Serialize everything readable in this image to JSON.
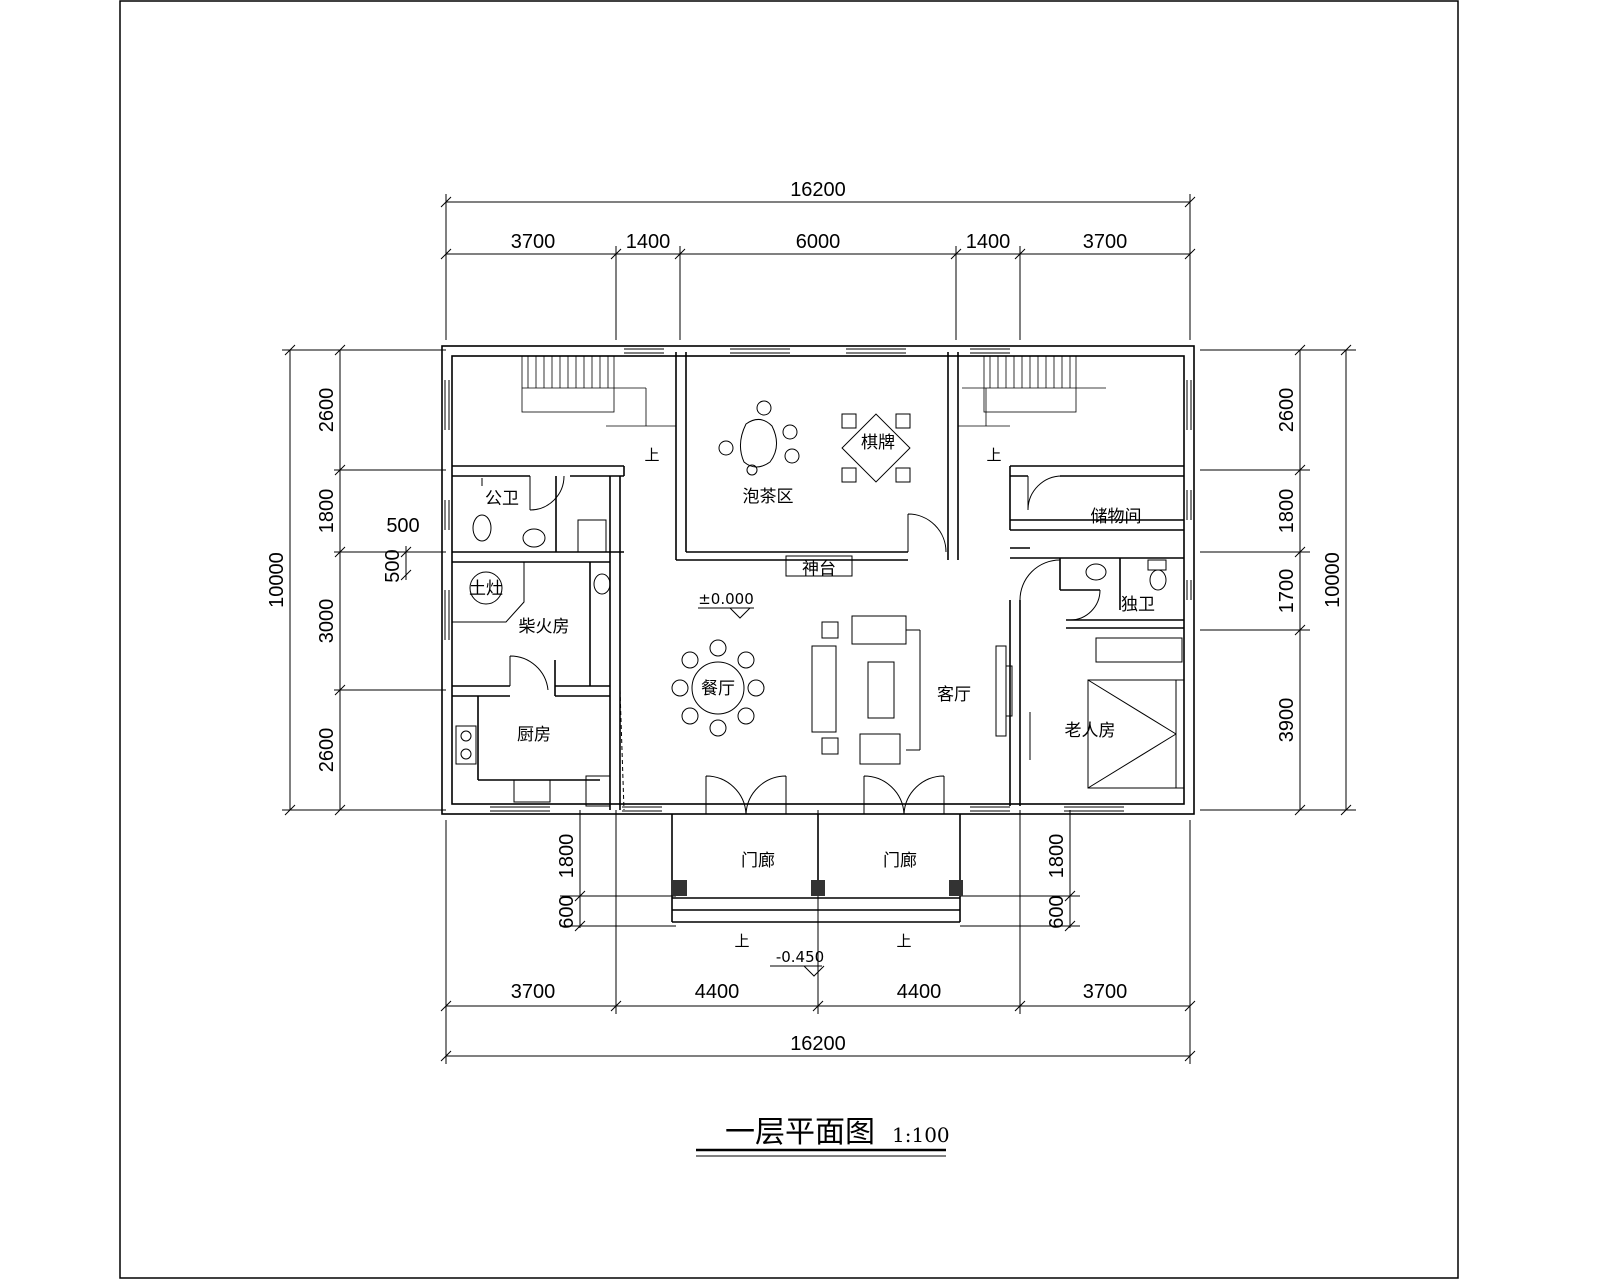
{
  "drawing": {
    "title": "一层平面图",
    "scale": "1:100"
  },
  "dimensions": {
    "top_total": "16200",
    "top_segments": [
      "3700",
      "1400",
      "6000",
      "1400",
      "3700"
    ],
    "bottom_total": "16200",
    "bottom_segments": [
      "3700",
      "4400",
      "4400",
      "3700"
    ],
    "left_total": "10000",
    "left_segments": [
      "2600",
      "1800",
      "3000",
      "2600"
    ],
    "right_total": "10000",
    "right_segments": [
      "2600",
      "1800",
      "1700",
      "3900"
    ],
    "porch_left": [
      "1800",
      "600"
    ],
    "porch_right": [
      "1800",
      "600"
    ],
    "small_500a": "500",
    "small_500b": "500"
  },
  "rooms": {
    "tea_area": "泡茶区",
    "chess": "棋牌",
    "public_wc": "公卫",
    "storage": "储物间",
    "shrine": "神台",
    "stove": "土灶",
    "firewood": "柴火房",
    "private_wc": "独卫",
    "dining": "餐厅",
    "living": "客厅",
    "elder_room": "老人房",
    "kitchen": "厨房",
    "porch_left": "门廊",
    "porch_right": "门廊"
  },
  "levels": {
    "floor": "±0.000",
    "outside": "-0.450"
  },
  "stairs": {
    "up_left": "上",
    "up_right": "上",
    "step_left": "上",
    "step_right": "上"
  }
}
